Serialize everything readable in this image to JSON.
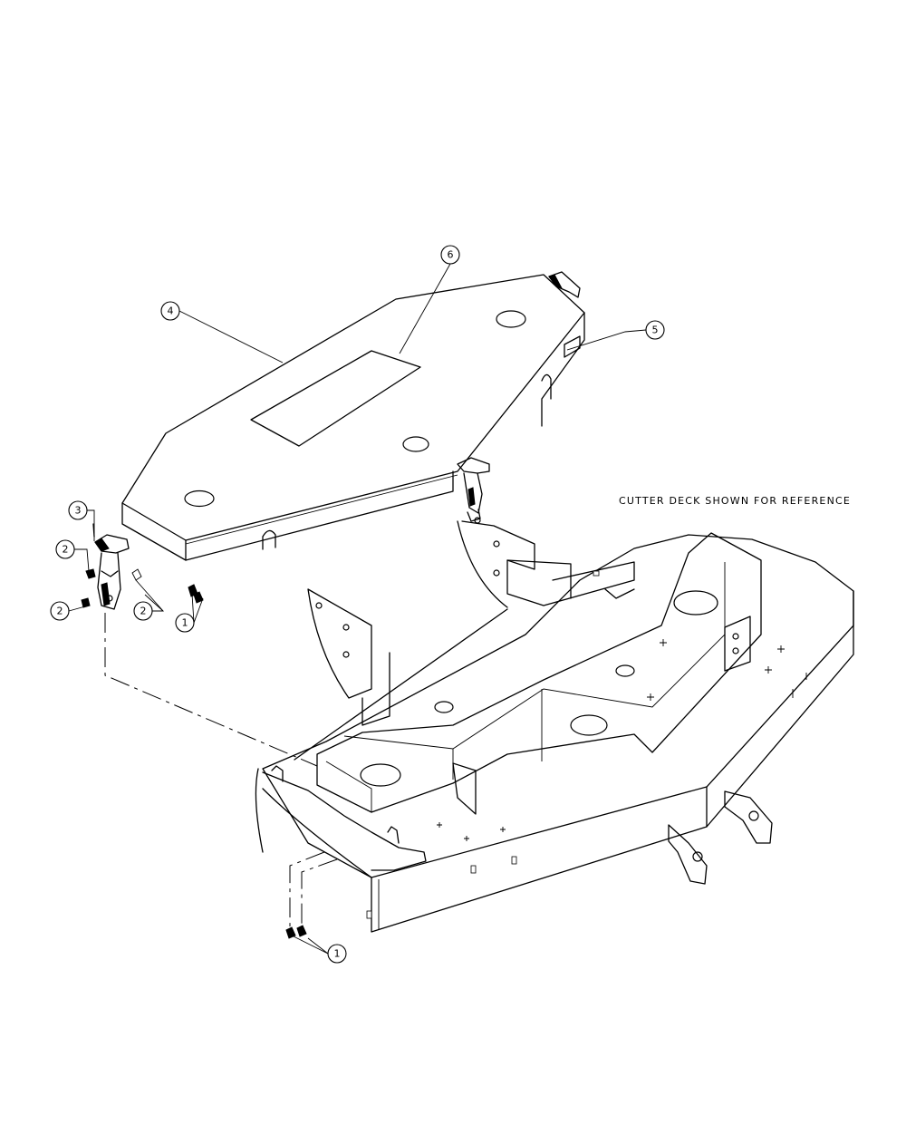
{
  "note": "CUTTER DECK SHOWN FOR REFERENCE",
  "callouts": [
    {
      "id": "c1",
      "label": "6"
    },
    {
      "id": "c2",
      "label": "4"
    },
    {
      "id": "c3",
      "label": "5"
    },
    {
      "id": "c4",
      "label": "3"
    },
    {
      "id": "c5",
      "label": "2"
    },
    {
      "id": "c6",
      "label": "2"
    },
    {
      "id": "c7",
      "label": "2"
    },
    {
      "id": "c8",
      "label": "1"
    },
    {
      "id": "c9",
      "label": "1"
    }
  ]
}
